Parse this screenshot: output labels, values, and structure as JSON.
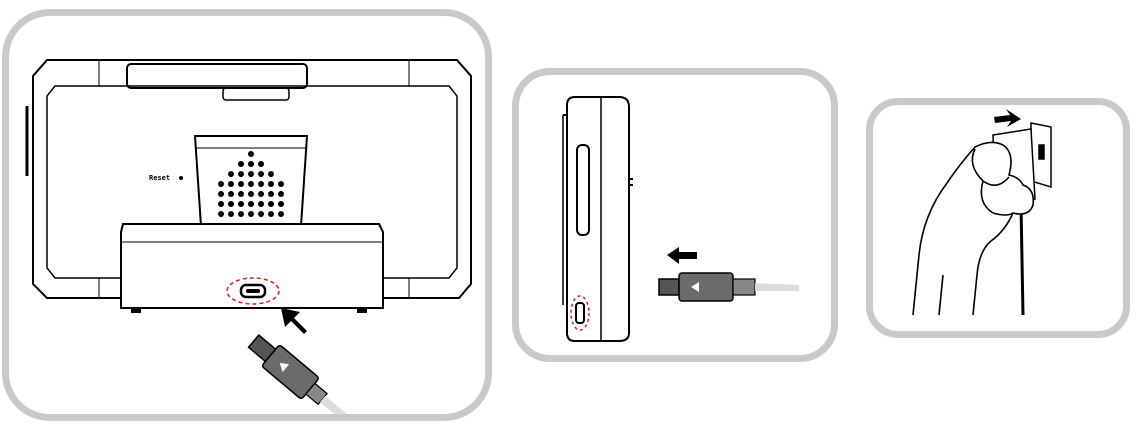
{
  "panels": [
    {
      "name": "dock-usb-connection",
      "reset_label": "Reset",
      "icons": [
        "insert-arrow-icon",
        "usb-plug-icon",
        "usb-port-icon",
        "stand-speaker-grille-icon"
      ]
    },
    {
      "name": "side-usb-connection",
      "icons": [
        "insert-arrow-icon",
        "usb-plug-icon",
        "usb-port-icon"
      ]
    },
    {
      "name": "wall-adapter-connection",
      "icons": [
        "insert-arrow-icon",
        "hand-icon",
        "power-adapter-icon",
        "wall-outlet-icon"
      ]
    }
  ],
  "colors": {
    "panel_border": "#c9c9c9",
    "line": "#000000",
    "plug_fill": "#6b6b6b",
    "port_highlight": "#cc2222"
  }
}
